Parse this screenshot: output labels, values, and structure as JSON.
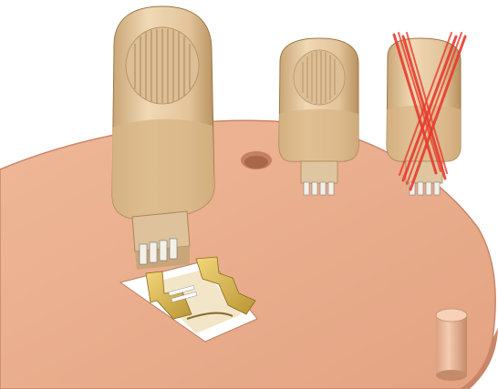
{
  "scene": {
    "description_free": true,
    "items": [
      {
        "id": "large-key",
        "state": "partially-inserted"
      },
      {
        "id": "correct-key",
        "state": "correct-orientation"
      },
      {
        "id": "rejected-key",
        "state": "wrong-orientation"
      }
    ],
    "colors": {
      "board": "#e9ae8e",
      "board_edge": "#c98668",
      "key_body": "#e2c39a",
      "key_shadow": "#b58f63",
      "contacts": "#c8a54a",
      "cross": "#e83a2c"
    }
  }
}
